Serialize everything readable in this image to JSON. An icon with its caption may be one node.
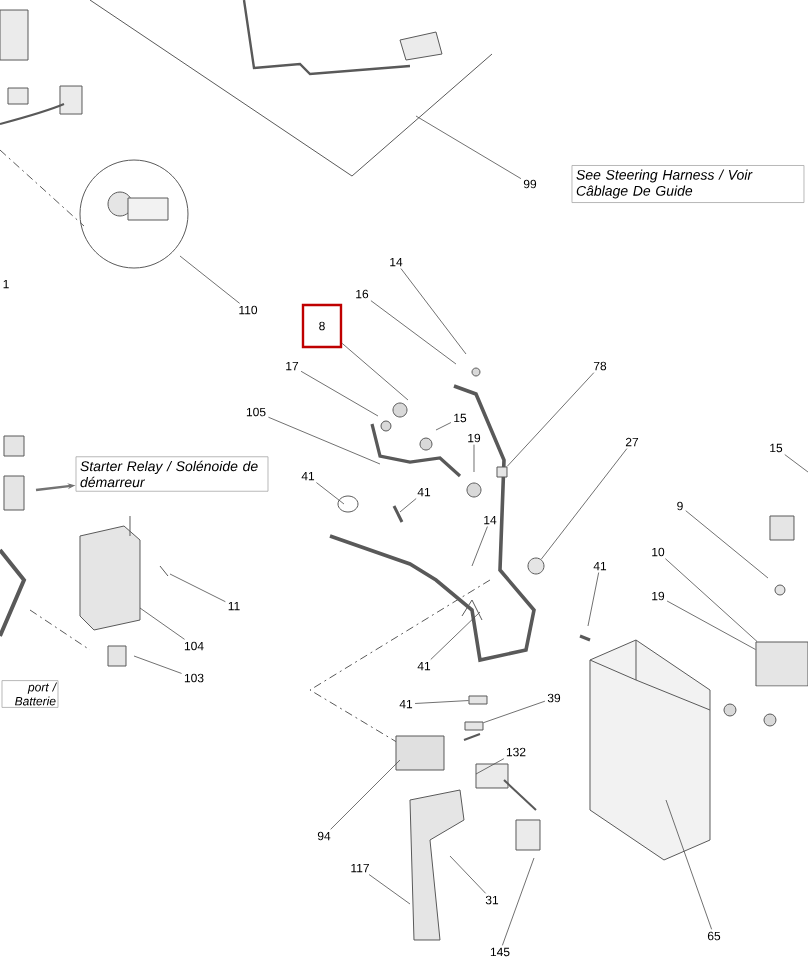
{
  "diagram": {
    "nodes": [
      {
        "text": [
          "1"
        ]
      },
      {
        "text": [
          "99"
        ]
      },
      {
        "text": [
          "See Steering Harness / Voir Câblage De Guide"
        ]
      },
      {
        "text": [
          "14"
        ]
      },
      {
        "text": [
          "16"
        ]
      },
      {
        "text": [
          "110"
        ]
      },
      {
        "text": [
          "8"
        ]
      },
      {
        "text": [
          "17"
        ]
      },
      {
        "text": [
          "78"
        ]
      },
      {
        "text": [
          "105"
        ]
      },
      {
        "text": [
          "15"
        ]
      },
      {
        "text": [
          "19"
        ]
      },
      {
        "text": [
          "27"
        ]
      },
      {
        "text": [
          "15"
        ]
      },
      {
        "text": [
          "Starter Relay / Solénoide de démarreur"
        ]
      },
      {
        "text": [
          "41"
        ]
      },
      {
        "text": [
          "41"
        ]
      },
      {
        "text": [
          "9"
        ]
      },
      {
        "text": [
          "14"
        ]
      },
      {
        "text": [
          "10"
        ]
      },
      {
        "text": [
          "41"
        ]
      },
      {
        "text": [
          "19"
        ]
      },
      {
        "text": [
          "11"
        ]
      },
      {
        "text": [
          "104"
        ]
      },
      {
        "text": [
          "41"
        ]
      },
      {
        "text": [
          "103"
        ]
      },
      {
        "text": [
          "port / Batterie"
        ]
      },
      {
        "text": [
          "39"
        ]
      },
      {
        "text": [
          "41"
        ]
      },
      {
        "text": [
          "132"
        ]
      },
      {
        "text": [
          "94"
        ]
      },
      {
        "text": [
          "117"
        ]
      },
      {
        "text": [
          "31"
        ]
      },
      {
        "text": [
          "65"
        ]
      },
      {
        "text": [
          "145"
        ]
      },
      {
        "text": [],
        "shape": "box"
      },
      {
        "text": [],
        "shape": "box"
      },
      {
        "text": [],
        "shape": "circle"
      },
      {
        "text": [],
        "shape": "box"
      },
      {
        "text": [],
        "shape": "box"
      }
    ],
    "edges": [
      {
        "from": 1,
        "to": null,
        "arrow": "none"
      },
      {
        "from": 3,
        "to": null,
        "arrow": "none"
      },
      {
        "from": 4,
        "to": null,
        "arrow": "none"
      },
      {
        "from": 5,
        "to": null,
        "arrow": "none"
      },
      {
        "from": 6,
        "to": null,
        "arrow": "none"
      },
      {
        "from": 7,
        "to": null,
        "arrow": "none"
      },
      {
        "from": 8,
        "to": 35,
        "arrow": "none"
      },
      {
        "from": 9,
        "to": null,
        "arrow": "none"
      },
      {
        "from": 10,
        "to": null,
        "arrow": "none"
      },
      {
        "from": 11,
        "to": null,
        "arrow": "none"
      },
      {
        "from": 12,
        "to": 37,
        "arrow": "none"
      },
      {
        "from": 13,
        "to": null,
        "arrow": "none"
      },
      {
        "from": null,
        "to": 14,
        "arrow": "to"
      },
      {
        "from": 15,
        "to": null,
        "arrow": "none"
      },
      {
        "from": 16,
        "to": null,
        "arrow": "none"
      },
      {
        "from": 17,
        "to": null,
        "arrow": "none"
      },
      {
        "from": 18,
        "to": null,
        "arrow": "none"
      },
      {
        "from": 19,
        "to": 36,
        "arrow": "none"
      },
      {
        "from": 20,
        "to": null,
        "arrow": "none"
      },
      {
        "from": 21,
        "to": 36,
        "arrow": "none"
      },
      {
        "from": 22,
        "to": null,
        "arrow": "none"
      },
      {
        "from": 23,
        "to": null,
        "arrow": "none"
      },
      {
        "from": 24,
        "to": null,
        "arrow": "none"
      },
      {
        "from": 25,
        "to": null,
        "arrow": "none"
      },
      {
        "from": 27,
        "to": 38,
        "arrow": "none"
      },
      {
        "from": 28,
        "to": 39,
        "arrow": "none"
      },
      {
        "from": 29,
        "to": null,
        "arrow": "none"
      },
      {
        "from": 30,
        "to": null,
        "arrow": "none"
      },
      {
        "from": 31,
        "to": null,
        "arrow": "none"
      },
      {
        "from": 32,
        "to": null,
        "arrow": "none"
      },
      {
        "from": 33,
        "to": null,
        "arrow": "none"
      },
      {
        "from": 34,
        "to": null,
        "arrow": "none"
      }
    ]
  }
}
